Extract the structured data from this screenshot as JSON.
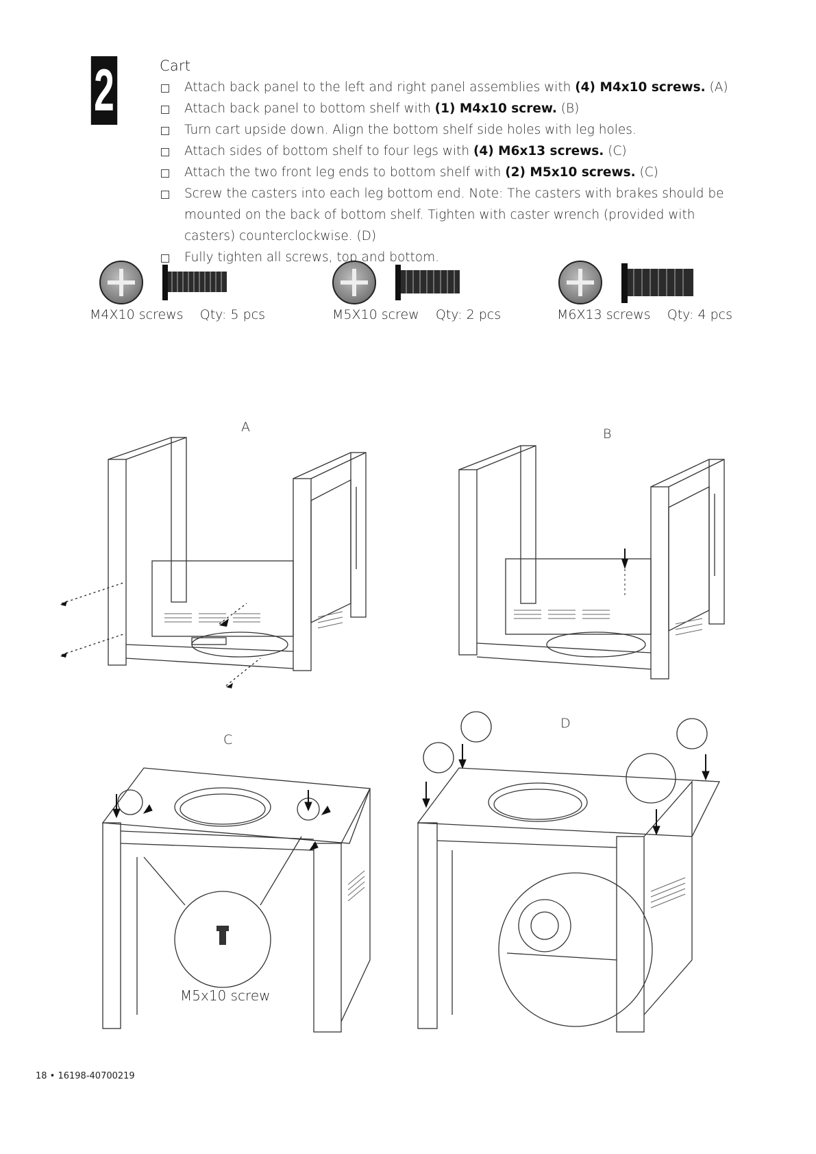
{
  "step": {
    "number": "2",
    "title": "Cart"
  },
  "instructions": [
    {
      "parts": [
        {
          "t": "Attach back panel to the left and right panel assemblies with "
        },
        {
          "t": "(4) M4x10 screws.",
          "b": true
        },
        {
          "t": " (A)"
        }
      ]
    },
    {
      "parts": [
        {
          "t": "Attach back panel to bottom shelf with "
        },
        {
          "t": "(1) M4x10 screw.",
          "b": true
        },
        {
          "t": " (B)"
        }
      ]
    },
    {
      "parts": [
        {
          "t": "Turn cart upside down. Align the bottom shelf side holes with leg holes."
        }
      ]
    },
    {
      "parts": [
        {
          "t": "Attach sides of bottom shelf to four legs with "
        },
        {
          "t": "(4) M6x13 screws.",
          "b": true
        },
        {
          "t": " (C)"
        }
      ]
    },
    {
      "parts": [
        {
          "t": "Attach the two front leg ends to bottom shelf with "
        },
        {
          "t": "(2) M5x10 screws.",
          "b": true
        },
        {
          "t": " (C)"
        }
      ]
    },
    {
      "parts": [
        {
          "t": "Screw the casters into each leg bottom end. Note: The casters with brakes should be mounted on the back of bottom shelf. Tighten with caster wrench (provided with casters) counterclockwise. (D)"
        }
      ]
    },
    {
      "parts": [
        {
          "t": "Fully tighten all screws, top and bottom."
        }
      ]
    }
  ],
  "hardware": [
    {
      "name": "M4X10 screws",
      "qty": "Qty: 5 pcs"
    },
    {
      "name": "M5X10 screw",
      "qty": "Qty: 2 pcs"
    },
    {
      "name": "M6X13 screws",
      "qty": "Qty: 4 pcs"
    }
  ],
  "figures": {
    "a": "A",
    "b": "B",
    "c": "C",
    "d": "D",
    "c_callout": "M5x10 screw"
  },
  "footer": "18 • 16198-40700219"
}
